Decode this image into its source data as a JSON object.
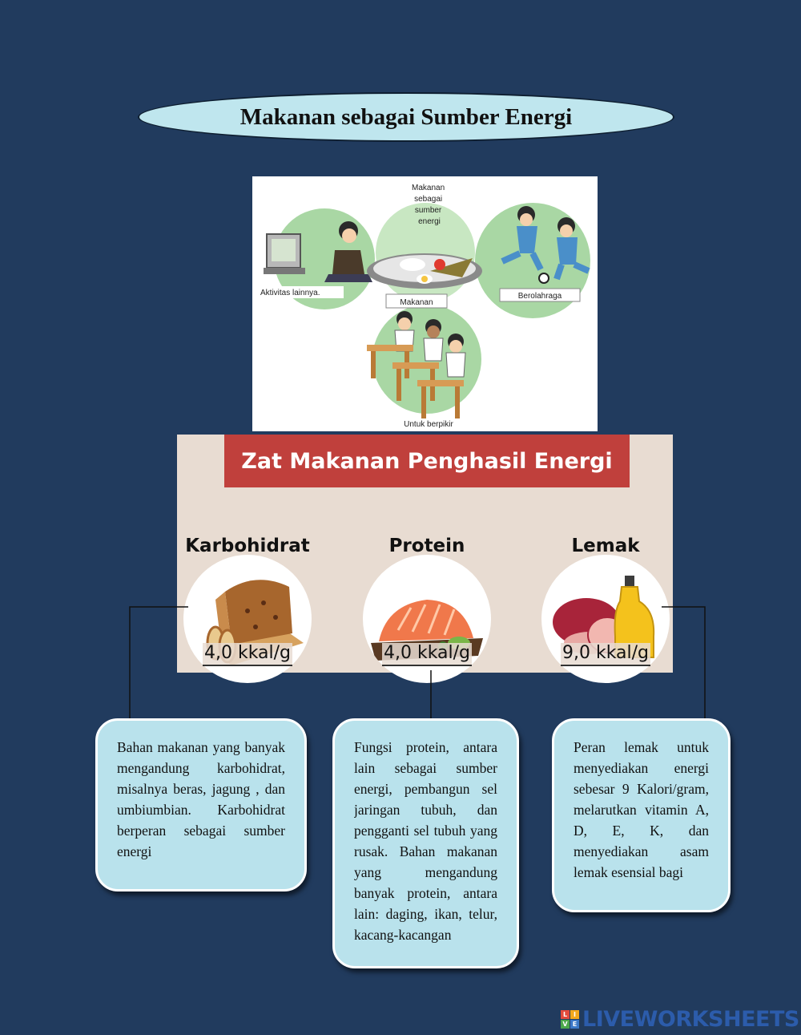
{
  "title": "Makanan sebagai Sumber Energi",
  "energy_illustration": {
    "center_label": "Makanan sebagai sumber energi",
    "labels": {
      "activities": "Aktivitas lainnya.",
      "food": "Makanan",
      "sport": "Berolahraga",
      "thinking": "Untuk berpikir"
    },
    "colors": {
      "circle": "#a9d7a4",
      "circle_center": "#c8e7c2"
    }
  },
  "nutrient_panel": {
    "banner": "Zat Makanan Penghasil Energi",
    "banner_color": "#c0403c",
    "items": [
      {
        "name": "Karbohidrat",
        "value": "4,0 kkal/g",
        "icon": "bread-loaf-icon"
      },
      {
        "name": "Protein",
        "value": "4,0 kkal/g",
        "icon": "salmon-fillet-icon"
      },
      {
        "name": "Lemak",
        "value": "9,0 kkal/g",
        "icon": "meat-oil-icon"
      }
    ]
  },
  "boxes": {
    "karbohidrat": "Bahan makanan yang banyak mengandung karbohidrat, misalnya beras, jagung , dan umbiumbian. Karbohidrat berperan sebagai sumber energi",
    "protein": "Fungsi protein, antara lain sebagai sumber energi, pembangun sel jaringan tubuh, dan pengganti sel tubuh yang rusak. Bahan makanan yang mengandung banyak protein, antara lain: daging, ikan, telur, kacang-kacangan",
    "lemak": "Peran lemak untuk menyediakan energi sebesar 9 Kalori/gram, melarutkan vitamin A, D, E, K, dan menyediakan asam lemak esensial bagi"
  },
  "watermark": {
    "logo_letters": [
      "L",
      "I",
      "V",
      "E"
    ],
    "text": "LIVEWORKSHEETS"
  }
}
